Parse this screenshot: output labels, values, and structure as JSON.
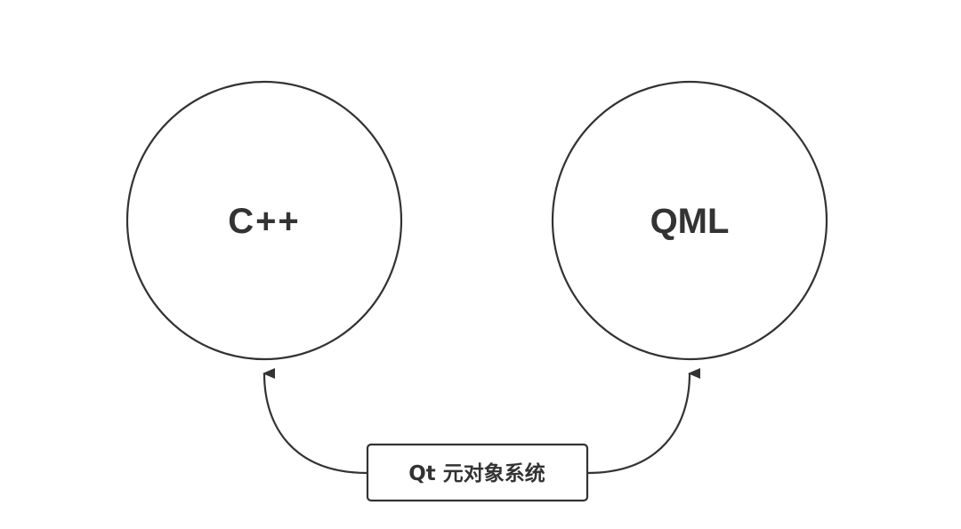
{
  "diagram": {
    "nodes": {
      "left": {
        "label": "C++"
      },
      "right": {
        "label": "QML"
      },
      "bottom": {
        "label": "Qt 元对象系统"
      }
    },
    "edges": [
      {
        "from": "bottom",
        "to": "left"
      },
      {
        "from": "bottom",
        "to": "right"
      }
    ],
    "colors": {
      "stroke": "#333333",
      "text": "#333333",
      "background": "#ffffff"
    }
  }
}
